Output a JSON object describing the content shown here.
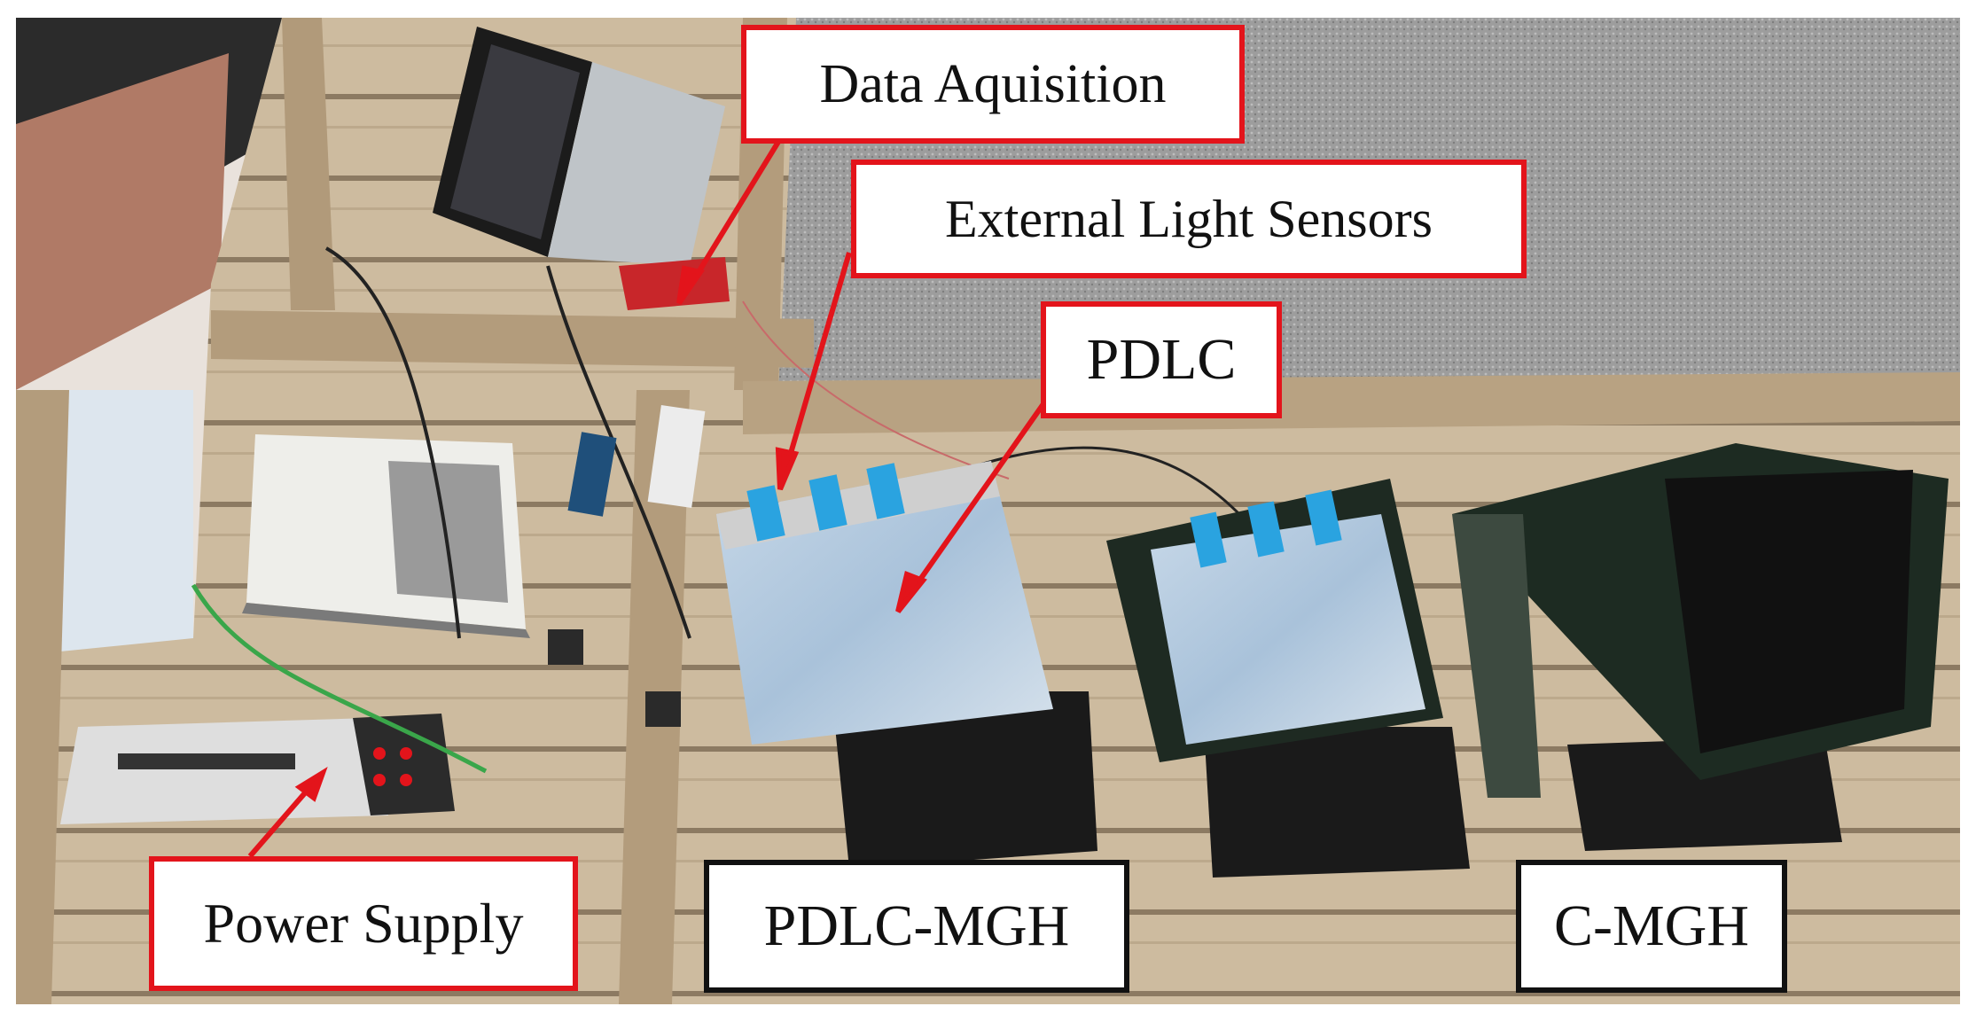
{
  "photo": {
    "description_colors": {
      "wood": "#c9b79a",
      "gravel": "#9c9c9c",
      "callout_border": "#e3141b",
      "arrow": "#e3141b",
      "tape": "#2aa3e0",
      "enclosure": "#1f2a22"
    }
  },
  "callouts": {
    "data_acquisition": "Data Aquisition",
    "external_light_sensors": "External Light Sensors",
    "pdlc": "PDLC",
    "power_supply": "Power Supply",
    "pdlc_mgh": "PDLC-MGH",
    "c_mgh": "C-MGH"
  }
}
